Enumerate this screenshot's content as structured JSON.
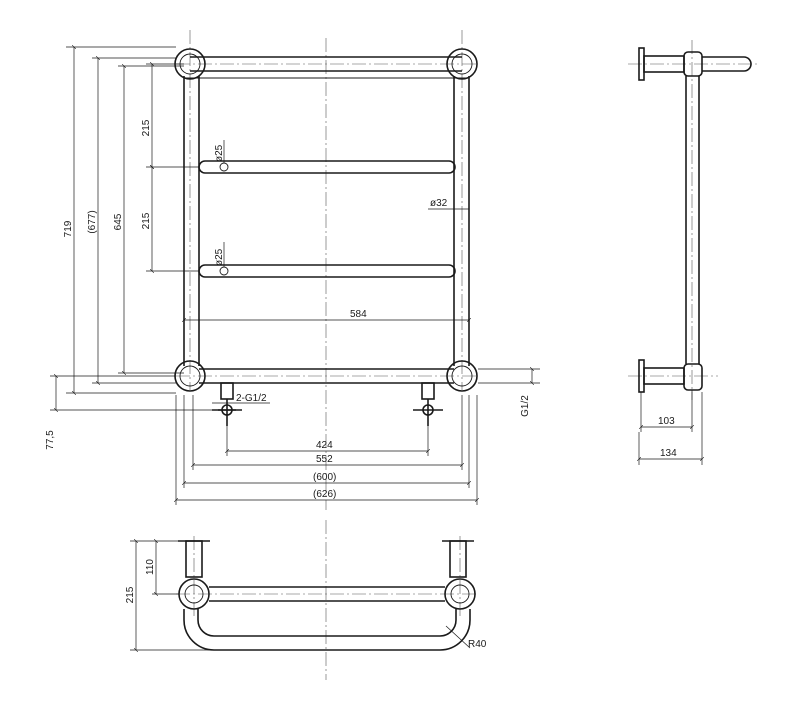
{
  "front_view": {
    "dimensions": {
      "overall_height": "719",
      "center_height": "(677)",
      "rail_height": "645",
      "rail_spacing_top": "215",
      "rail_spacing_mid": "215",
      "rail_diameter_top": "ø25",
      "rail_diameter_mid": "ø25",
      "frame_diameter": "ø32",
      "rail_width": "584",
      "connection_label": "2-G1/2",
      "valve_offset": "77,5",
      "thread": "G1/2",
      "valve_spacing": "424",
      "inner_width": "552",
      "center_width": "(600)",
      "overall_width": "(626)"
    }
  },
  "side_view": {
    "dimensions": {
      "wall_distance": "103",
      "overall_depth": "134"
    }
  },
  "top_view": {
    "dimensions": {
      "depth_total": "215",
      "depth_bracket": "110",
      "bend_radius": "R40"
    }
  }
}
